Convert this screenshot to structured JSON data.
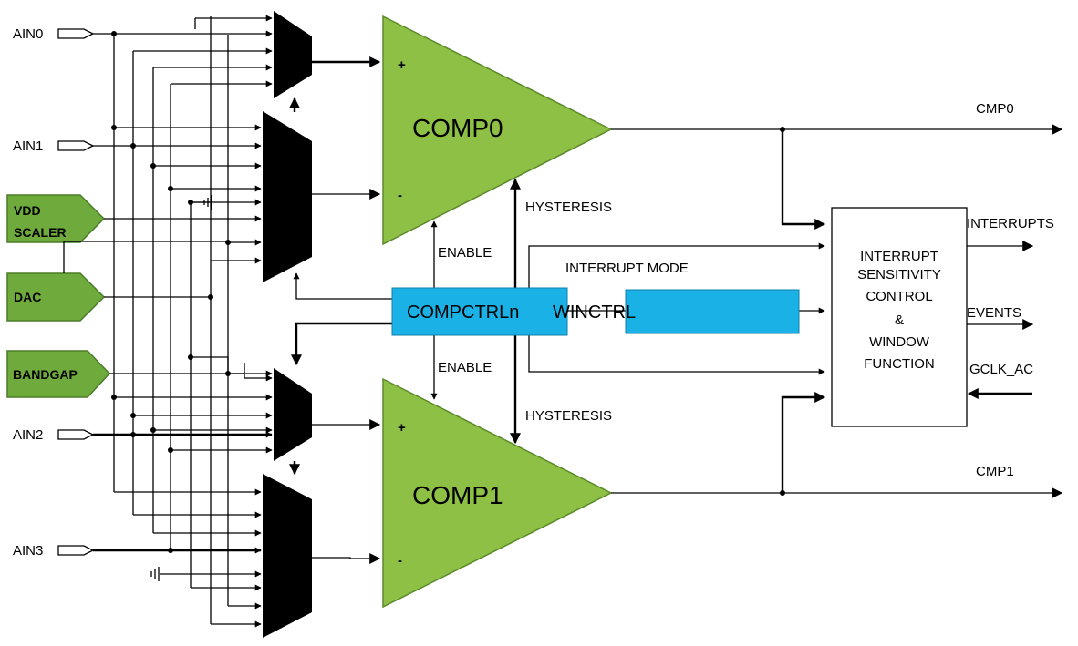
{
  "inputs": {
    "ain0": "AIN0",
    "ain1": "AIN1",
    "ain2": "AIN2",
    "ain3": "AIN3",
    "vdd_scaler_line1": "VDD",
    "vdd_scaler_line2": "SCALER",
    "dac": "DAC",
    "bandgap": "BANDGAP"
  },
  "comparators": {
    "comp0": "COMP0",
    "comp1": "COMP1",
    "plus": "+",
    "minus": "-"
  },
  "signals": {
    "enable_top": "ENABLE",
    "enable_bottom": "ENABLE",
    "hysteresis_top": "HYSTERESIS",
    "hysteresis_bottom": "HYSTERESIS",
    "interrupt_mode": "INTERRUPT MODE",
    "cmp0": "CMP0",
    "cmp1": "CMP1",
    "interrupts": "INTERRUPTS",
    "events": "EVENTS",
    "gclk_ac": "GCLK_AC"
  },
  "registers": {
    "compctrl": "COMPCTRLn",
    "winctrl": "WINCTRL"
  },
  "interrupt_block": {
    "line1": "INTERRUPT",
    "line2": "SENSITIVITY",
    "line3": "CONTROL",
    "line4": "&",
    "line5": "WINDOW",
    "line6": "FUNCTION"
  },
  "colors": {
    "comparator_fill": "#8dc044",
    "source_fill": "#6eab3c",
    "register_fill": "#1ab2e6",
    "wire": "#000000"
  }
}
